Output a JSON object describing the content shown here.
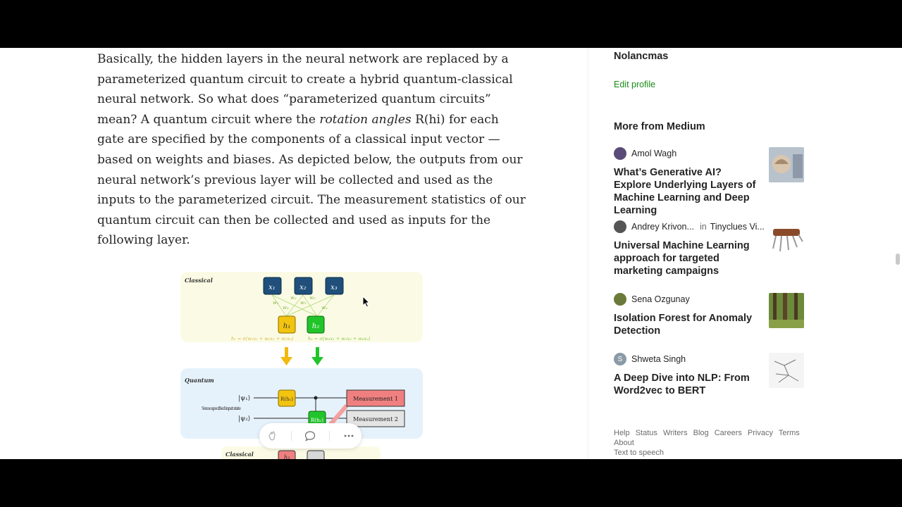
{
  "article": {
    "para_part1": "Basically, the hidden layers in the neural network are replaced by a parameterized quantum circuit to create a hybrid quantum-classical neural network. So what does “parameterized quantum circuits” mean? A quantum circuit where the ",
    "rotation_angles": "rotation angles",
    "para_part2": " R(hi) for each gate are specified by the components of a classical input vector — based on weights and biases. As depicted below, the outputs from our neural network’s previous layer will be collected and used as the inputs to the parameterized circuit. The measurement statistics of our quantum circuit can then be collected and used as inputs for the following layer."
  },
  "figure": {
    "classical_label": "Classical",
    "quantum_label": "Quantum",
    "classical_label_2": "Classical",
    "x1": "x₁",
    "x2": "x₂",
    "x3": "x₃",
    "h1": "h₁",
    "h2": "h₂",
    "w1": "w₁",
    "w2": "w₂",
    "w3": "w₃",
    "w4": "w₄",
    "w5": "w₅",
    "w6": "w₆",
    "eq1": "h₁ = σ(w₁x₁ + w₂x₂ + w₃x₃)",
    "eq2": "h₂ = σ(w₄x₁ + w₅x₂ + w₆x₃)",
    "psi1": "|ψ₁⟩",
    "psi2": "|ψ₂⟩",
    "input_state": "Some specified input state",
    "gate1": "R(h₁)",
    "gate2": "R(h₂)",
    "meas1": "Measurement 1",
    "meas2": "Measurement 2",
    "bottom_h": "h₃"
  },
  "sidebar": {
    "username": "Nolancmas",
    "edit_profile": "Edit profile",
    "more_heading": "More from Medium",
    "stories": [
      {
        "author": "Amol Wagh",
        "publication": "",
        "title": "What’s Generative AI? Explore Underlying Layers of Machine Learning and Deep Learning",
        "avatar_color": "#5a4a78"
      },
      {
        "author": "Andrey Krivon...",
        "in": "in",
        "publication": "Tinyclues Vi...",
        "title": "Universal Machine Learning approach for targeted marketing campaigns",
        "avatar_color": "#555555"
      },
      {
        "author": "Sena Ozgunay",
        "publication": "",
        "title": "Isolation Forest for Anomaly Detection",
        "avatar_color": "#6b7a3a"
      },
      {
        "author": "Shweta Singh",
        "publication": "",
        "initial": "S",
        "title": "A Deep Dive into NLP: From Word2vec to BERT",
        "avatar_color": "#8a9aa6"
      }
    ],
    "footer_links": [
      "Help",
      "Status",
      "Writers",
      "Blog",
      "Careers",
      "Privacy",
      "Terms",
      "About",
      "Text to speech"
    ]
  },
  "colors": {
    "accent_green": "#1a8917",
    "x_box": "#1f4f7a",
    "h_yellow": "#f2c40f",
    "h_green": "#21c42a",
    "measure_red": "#f08080",
    "measure_gray": "#e4e4e4"
  },
  "icons": [
    "clap-icon",
    "comment-icon",
    "more-icon",
    "mouse-cursor-icon"
  ]
}
